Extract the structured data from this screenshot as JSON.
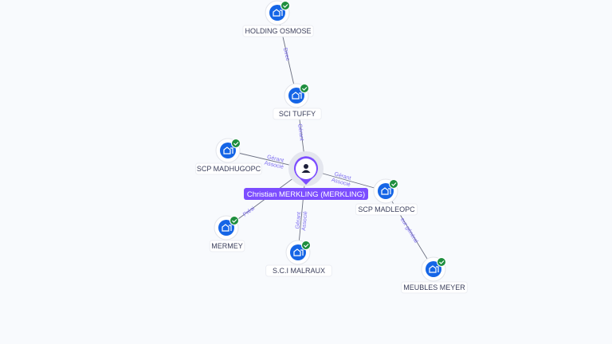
{
  "center": {
    "label": "Christian MERKLING (MERKLING)",
    "icon": "person-icon"
  },
  "colors": {
    "accent": "#7c4dff",
    "company": "#1565e6",
    "check": "#1e8e3e",
    "edge": "#6b6f80",
    "edge_label": "#7c6cf0"
  },
  "nodes": [
    {
      "id": "holding-osmose",
      "label": "HOLDING OSMOSE"
    },
    {
      "id": "sci-tuffy",
      "label": "SCI TUFFY"
    },
    {
      "id": "scp-madhugopc",
      "label": "SCP MADHUGOPC"
    },
    {
      "id": "scp-madleopc",
      "label": "SCP MADLEOPC"
    },
    {
      "id": "mermey",
      "label": "MERMEY"
    },
    {
      "id": "sci-malraux",
      "label": "S.C.I MALRAUX"
    },
    {
      "id": "meubles-meyer",
      "label": "MEUBLES MEYER"
    }
  ],
  "edges": [
    {
      "from": "holding-osmose",
      "to": "sci-tuffy",
      "labels": [
        "Direc"
      ]
    },
    {
      "from": "center",
      "to": "sci-tuffy",
      "labels": [
        "Gérant"
      ]
    },
    {
      "from": "center",
      "to": "scp-madhugopc",
      "labels": [
        "Gérant",
        "Associé"
      ]
    },
    {
      "from": "center",
      "to": "scp-madleopc",
      "labels": [
        "Gérant",
        "Associé"
      ]
    },
    {
      "from": "center",
      "to": "mermey",
      "labels": [
        "Prési"
      ]
    },
    {
      "from": "center",
      "to": "sci-malraux",
      "labels": [
        "Gérant",
        "Associé"
      ]
    },
    {
      "from": "scp-madleopc",
      "to": "meubles-meyer",
      "labels": [
        "eur général"
      ]
    }
  ]
}
